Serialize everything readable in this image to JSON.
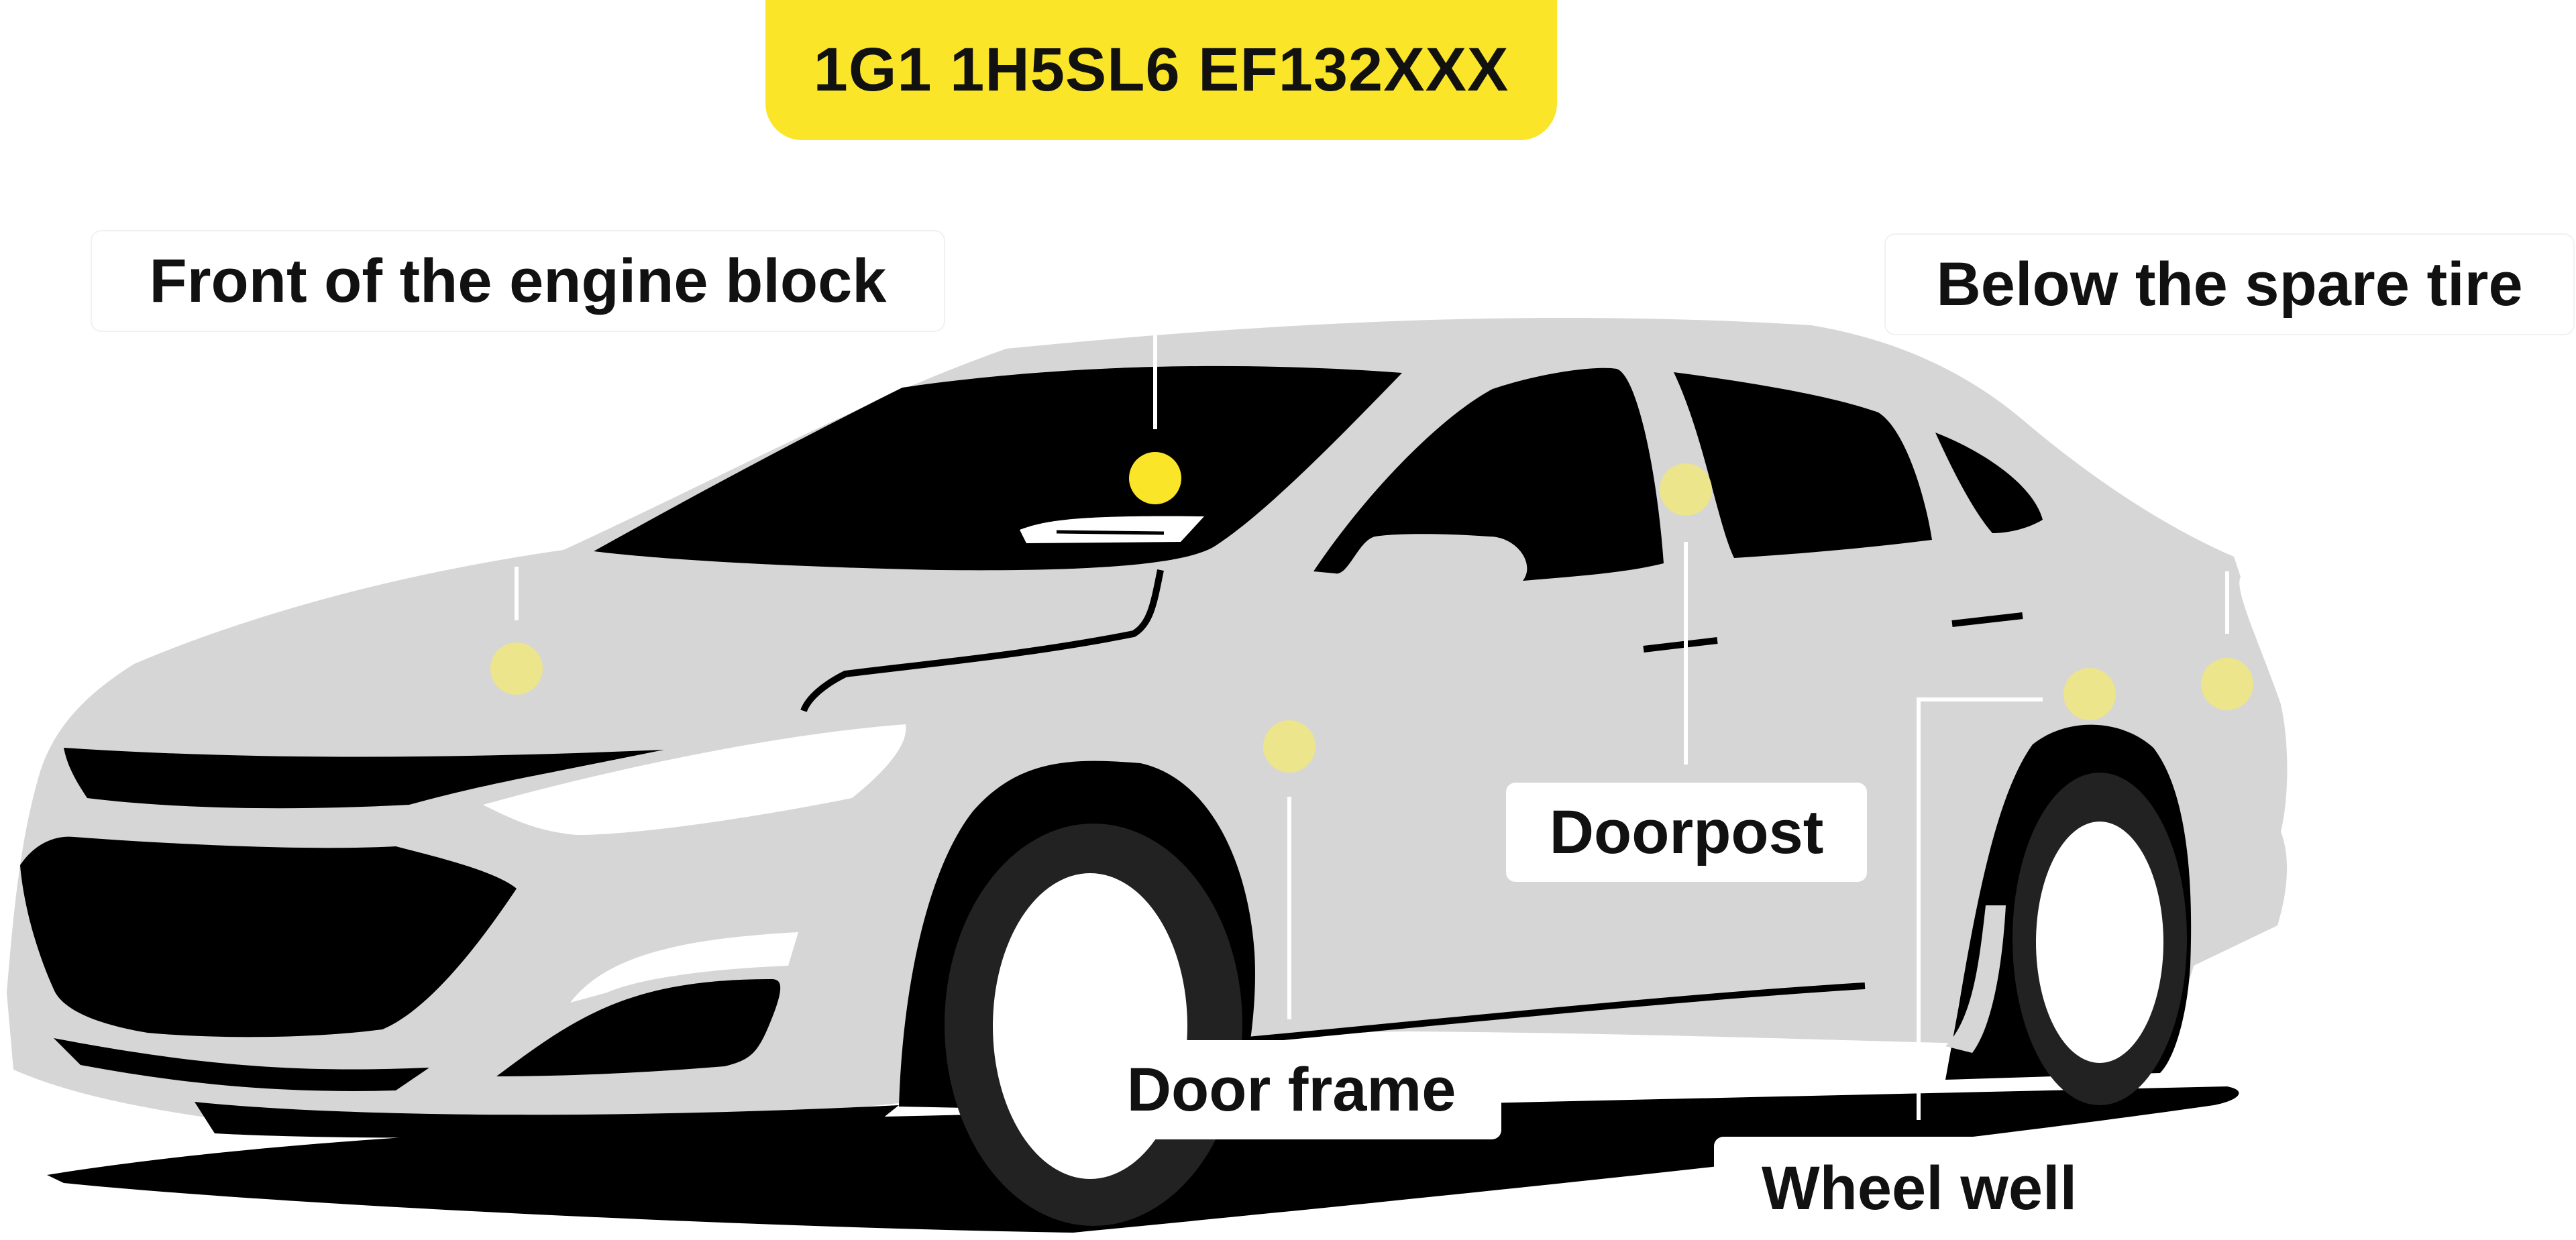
{
  "vin": {
    "text": "1G1 1H5SL6 EF132XXX"
  },
  "locations": {
    "engine_block": "Front of the engine block",
    "spare_tire": "Below the spare tire",
    "doorpost": "Doorpost",
    "door_frame": "Door frame",
    "wheel_well": "Wheel well"
  },
  "colors": {
    "highlight": "#fbe528",
    "marker_faded": "#ece58c",
    "car_body": "#d6d6d6",
    "car_detail": "#000000",
    "tire": "#222222"
  }
}
